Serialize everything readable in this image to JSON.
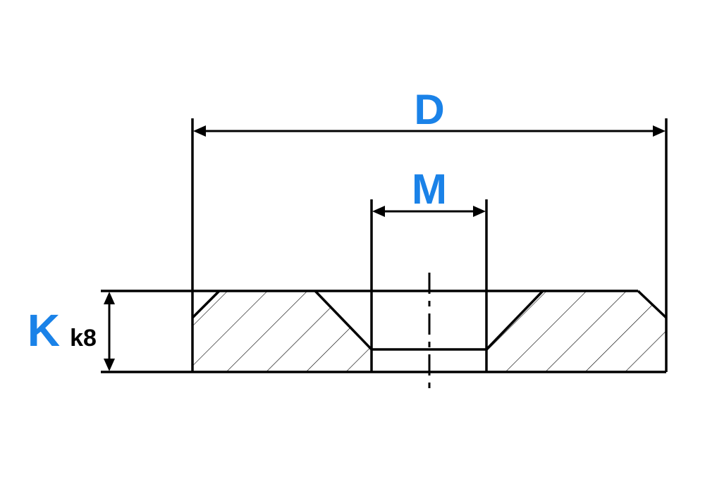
{
  "labels": {
    "diameter": "D",
    "thread": "M",
    "thickness": "K",
    "tolerance": "k8"
  },
  "colors": {
    "accent": "#1a82e8",
    "line": "#000000",
    "background": "#ffffff"
  }
}
